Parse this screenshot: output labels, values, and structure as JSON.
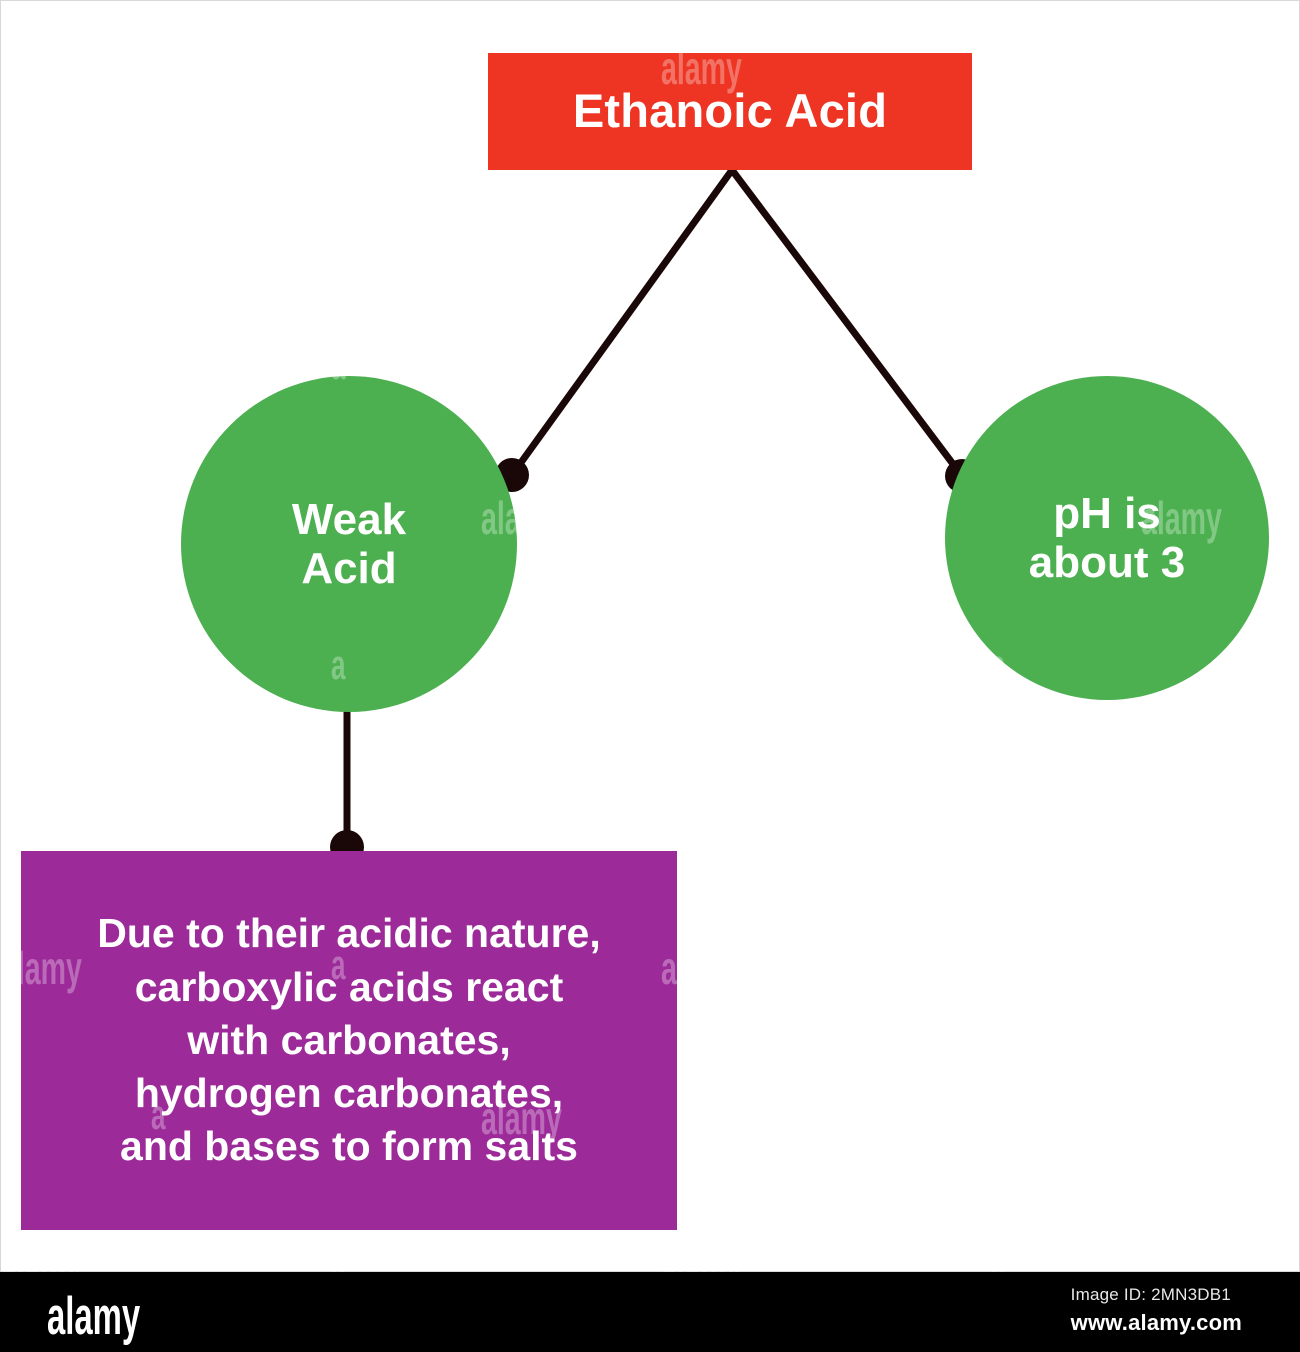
{
  "diagram": {
    "type": "concept-map",
    "title": "Ethanoic Acid",
    "background_color": "#ffffff",
    "nodes": [
      {
        "id": "root",
        "label": "Ethanoic Acid",
        "shape": "rectangle",
        "color": "#ee3524",
        "text_color": "#ffffff"
      },
      {
        "id": "weak-acid",
        "label": "Weak\nAcid",
        "shape": "circle",
        "color": "#4cb050",
        "text_color": "#ffffff"
      },
      {
        "id": "ph",
        "label": "pH is\nabout 3",
        "shape": "circle",
        "color": "#4cb050",
        "text_color": "#ffffff"
      },
      {
        "id": "reaction",
        "label": "Due to their acidic nature,\ncarboxylic acids react\nwith carbonates,\nhydrogen carbonates,\nand bases to form salts",
        "shape": "rectangle",
        "color": "#9c2a99",
        "text_color": "#ffffff"
      }
    ],
    "edges": [
      {
        "from": "root",
        "to": "weak-acid",
        "color": "#1a0808"
      },
      {
        "from": "root",
        "to": "ph",
        "color": "#1a0808"
      },
      {
        "from": "weak-acid",
        "to": "reaction",
        "color": "#1a0808"
      }
    ]
  },
  "watermark": {
    "text": "alamy",
    "letter": "a"
  },
  "footer": {
    "logo": "alamy",
    "image_id": "Image ID: 2MN3DB1",
    "url": "www.alamy.com",
    "background_color": "#000000"
  }
}
